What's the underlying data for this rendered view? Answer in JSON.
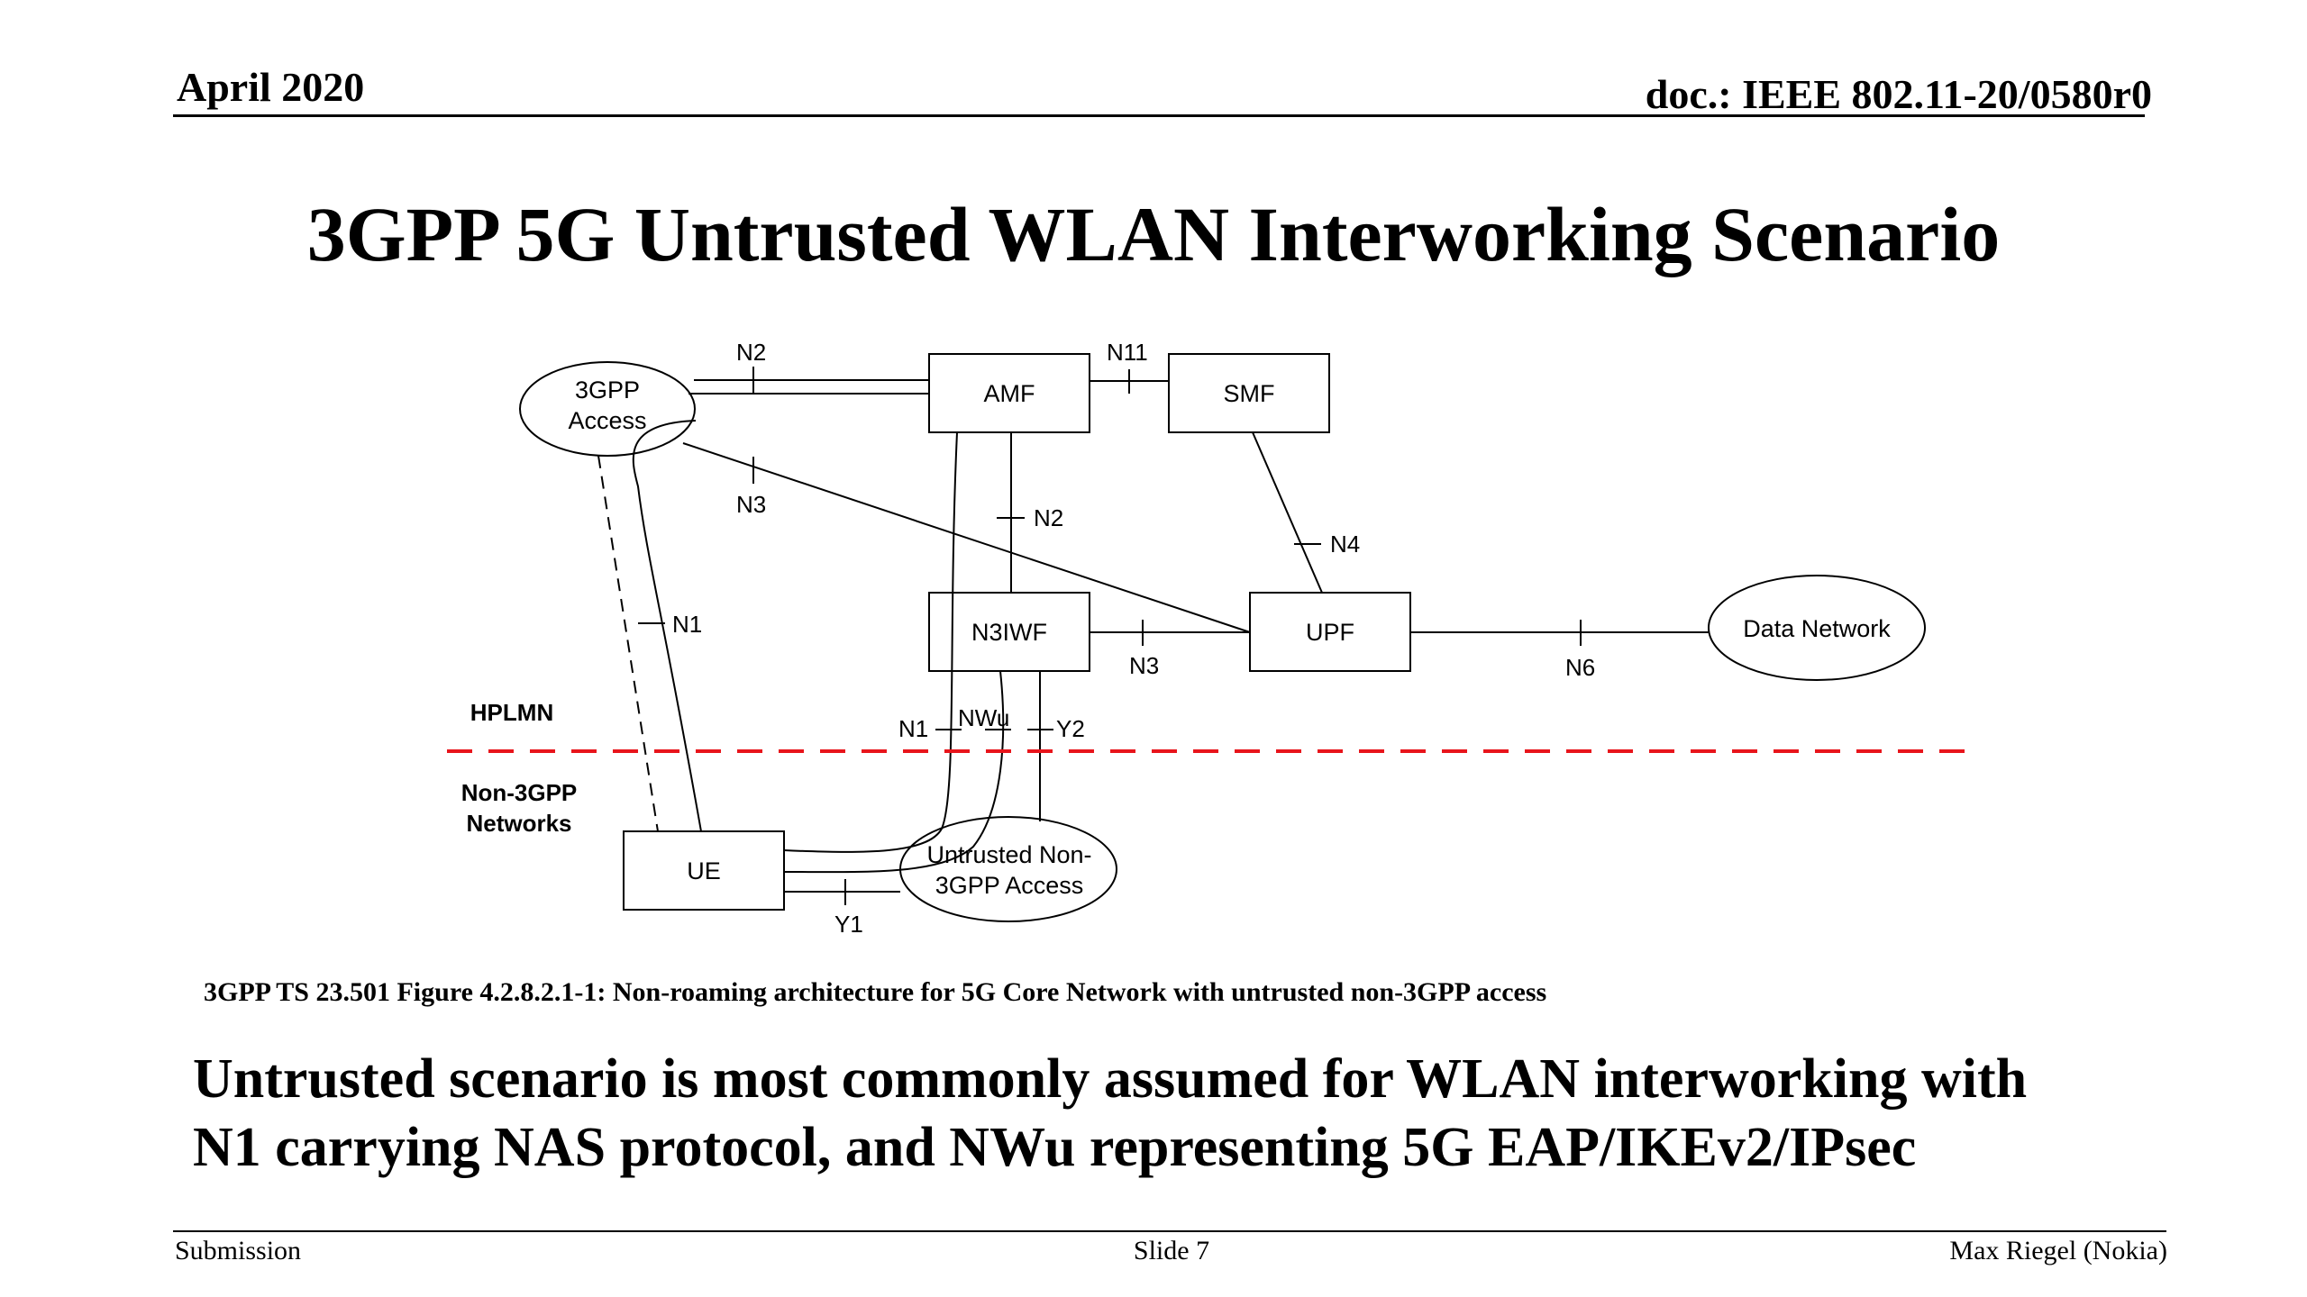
{
  "header": {
    "date": "April 2020",
    "doc_id": "doc.: IEEE 802.11-20/0580r0"
  },
  "slide_title": "3GPP 5G Untrusted WLAN Interworking Scenario",
  "diagram": {
    "nodes": {
      "access_3gpp": [
        "3GPP",
        "Access"
      ],
      "amf": "AMF",
      "smf": "SMF",
      "n3iwf": "N3IWF",
      "upf": "UPF",
      "data_network": "Data Network",
      "ue": "UE",
      "untrusted_access": [
        "Untrusted Non-",
        "3GPP Access"
      ]
    },
    "interfaces": {
      "n2_top": "N2",
      "n11": "N11",
      "n3_top": "N3",
      "n2_mid": "N2",
      "n4": "N4",
      "n1_left": "N1",
      "n3_mid": "N3",
      "n6": "N6",
      "n1_low": "N1",
      "nwu": "NWu",
      "y2": "Y2",
      "y1": "Y1"
    },
    "regions": {
      "upper": "HPLMN",
      "lower": [
        "Non-3GPP",
        "Networks"
      ]
    },
    "boundary_color": "#e8141b"
  },
  "caption": "3GPP TS 23.501 Figure 4.2.8.2.1-1: Non-roaming architecture for 5G Core Network with untrusted non-3GPP access",
  "statement": [
    "Untrusted scenario is most commonly assumed for WLAN interworking with",
    "N1 carrying NAS protocol, and NWu representing 5G EAP/IKEv2/IPsec"
  ],
  "footer": {
    "left": "Submission",
    "center": "Slide 7",
    "right": "Max Riegel (Nokia)"
  }
}
